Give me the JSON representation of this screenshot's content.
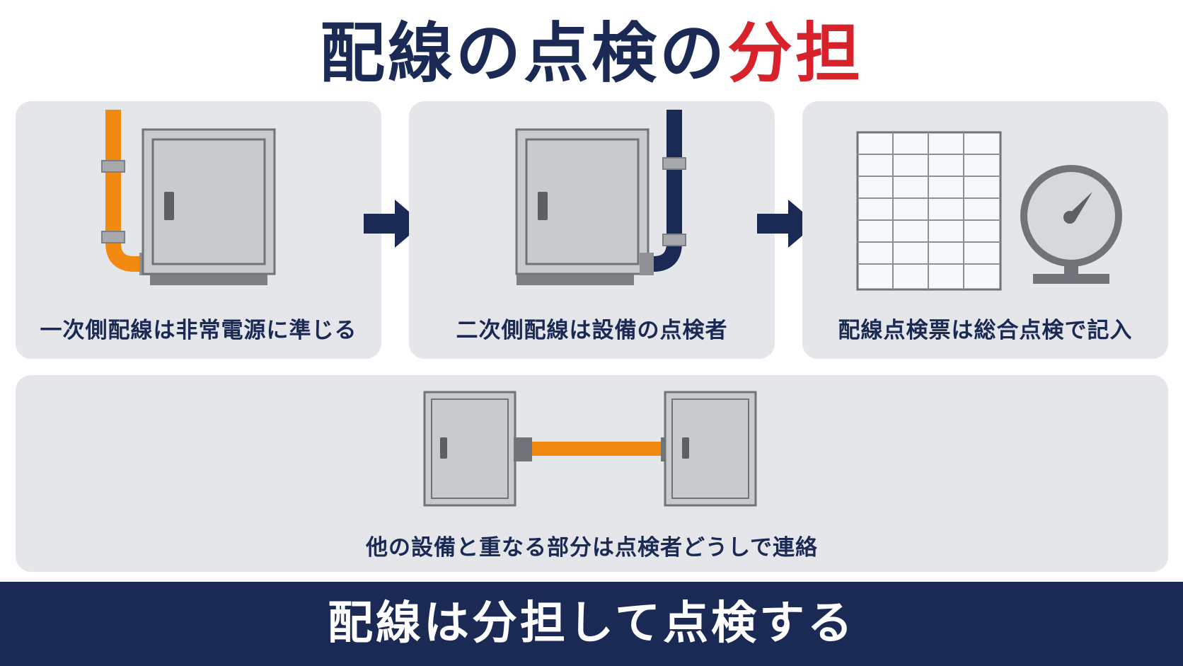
{
  "title": {
    "main": "配線の点検の",
    "accent": "分担"
  },
  "colors": {
    "navy": "#1b2a55",
    "red": "#d7222b",
    "orange": "#f28a12",
    "panel": "#e4e6ea",
    "cabinet": "#c8cacd"
  },
  "steps": [
    {
      "caption": "一次側配線は非常電源に準じる",
      "icon": "cabinet-with-orange-pipe"
    },
    {
      "caption": "二次側配線は設備の点検者",
      "icon": "cabinet-with-navy-pipe"
    },
    {
      "caption": "配線点検票は総合点検で記入",
      "icon": "checklist-grid-and-gauge"
    }
  ],
  "bottom_panel": {
    "caption": "他の設備と重なる部分は点検者どうしで連絡",
    "icon": "two-cabinets-connected"
  },
  "footer": {
    "text": "配線は分担して点検する"
  }
}
